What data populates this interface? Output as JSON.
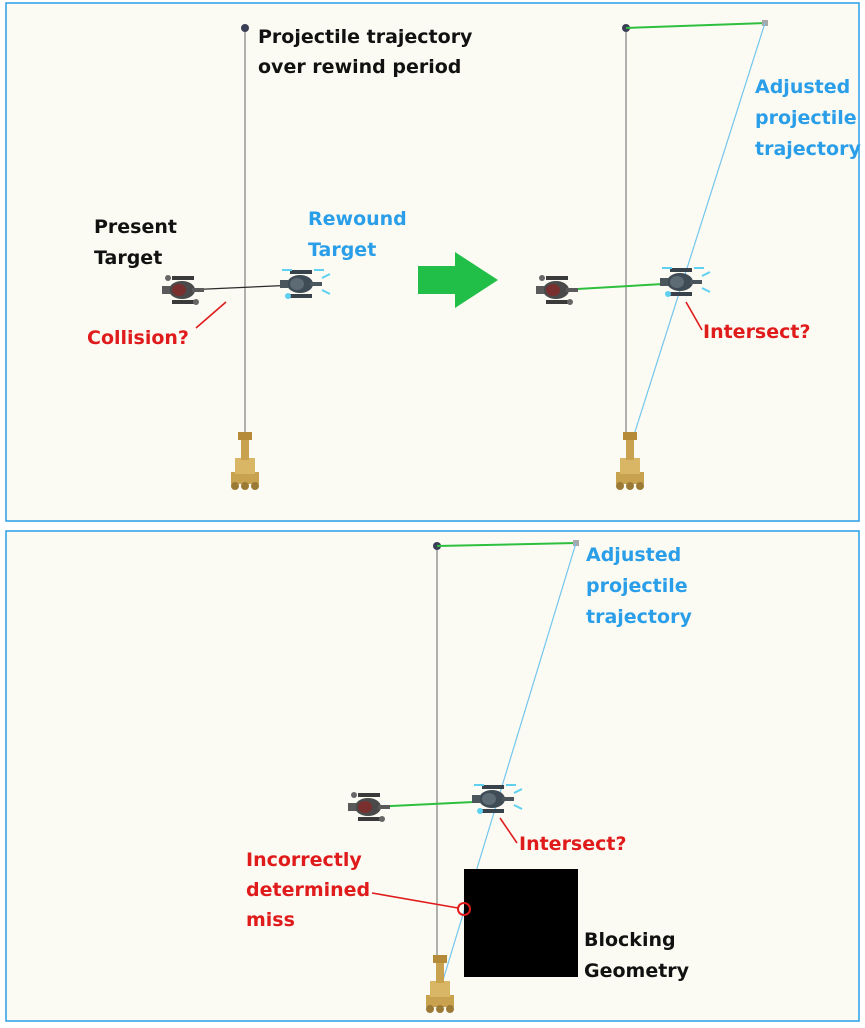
{
  "colors": {
    "panel_background": "#fbfbf3",
    "panel_border": "#2a9ee8",
    "label_black": "#111111",
    "label_blue": "#2a9ee8",
    "label_red": "#e01b1b",
    "original_trajectory": "#888888",
    "adjusted_trajectory": "#74c5ee",
    "rewind_link": "#2fbf3f",
    "arrow_green": "#22bf48",
    "blocking_geometry": "#000000"
  },
  "icons": {
    "target": "helicopter-icon",
    "shooter": "tank-icon",
    "projectile_origin": "sphere-marker-icon",
    "step_arrow": "arrow-right-icon",
    "miss_point": "circle-marker-icon"
  },
  "panel_top": {
    "labels": {
      "trajectory_line1": "Projectile trajectory",
      "trajectory_line2": "over rewind period",
      "present_line1": "Present",
      "present_line2": "Target",
      "rewound_line1": "Rewound",
      "rewound_line2": "Target",
      "collision": "Collision?",
      "adjusted_line1": "Adjusted",
      "adjusted_line2": "projectile",
      "adjusted_line3": "trajectory",
      "intersect": "Intersect?"
    }
  },
  "panel_bottom": {
    "labels": {
      "adjusted_line1": "Adjusted",
      "adjusted_line2": "projectile",
      "adjusted_line3": "trajectory",
      "intersect": "Intersect?",
      "miss_line1": "Incorrectly",
      "miss_line2": "determined",
      "miss_line3": "miss",
      "blocking_line1": "Blocking",
      "blocking_line2": "Geometry"
    }
  }
}
